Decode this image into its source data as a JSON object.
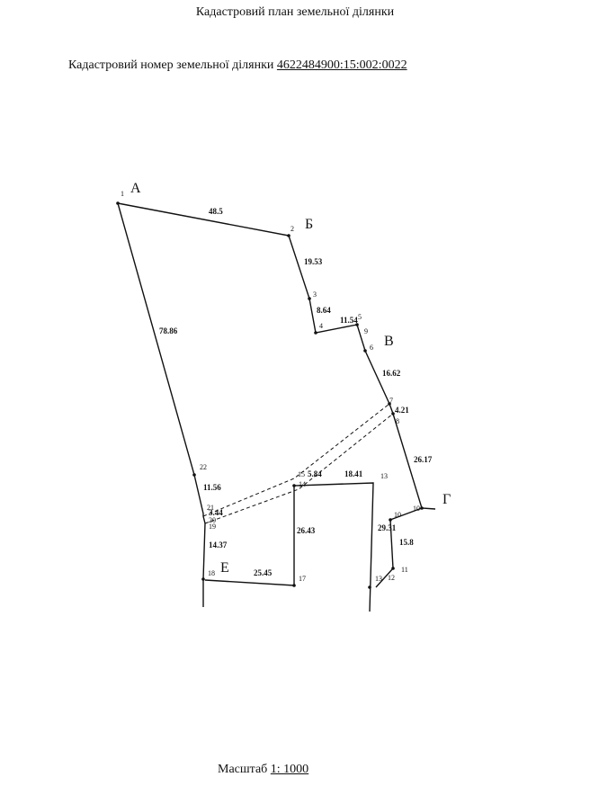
{
  "document": {
    "title": "Кадастровий план земельної ділянки",
    "cadastral_prefix": "Кадастровий номер земельної ділянки",
    "cadastral_number": "4622484900:15:002:0022",
    "scale_prefix": "Масштаб",
    "scale_value": "1: 1000"
  },
  "plan": {
    "corner_labels": {
      "a": "А",
      "b": "Б",
      "v": "В",
      "g": "Г",
      "e": "Е"
    },
    "point_numbers": {
      "p1": "1",
      "p2": "2",
      "p3": "3",
      "p4": "4",
      "p5": "5",
      "p6": "6",
      "p7": "7",
      "p8": "8",
      "p9": "9",
      "p10": "10",
      "p10b": "10",
      "p11": "11",
      "p12": "12",
      "p13a": "13",
      "p13b": "13",
      "p14": "14",
      "p15": "15",
      "p17": "17",
      "p18": "18",
      "p19": "19",
      "p20": "20",
      "p21": "21",
      "p22": "22"
    },
    "lengths": {
      "l48_5": "48.5",
      "l19_53": "19.53",
      "l8_64": "8.64",
      "l11_54": "11.54",
      "l16_62": "16.62",
      "l4_21": "4.21",
      "l26_17": "26.17",
      "l78_86": "78.86",
      "l11_56": "11.56",
      "l3_44": "3.44",
      "l14_37": "14.37",
      "l25_45": "25.45",
      "l26_43": "26.43",
      "l5_84": "5.84",
      "l18_41": "18.41",
      "l29_31": "29.31",
      "l15_8": "15.8"
    }
  }
}
